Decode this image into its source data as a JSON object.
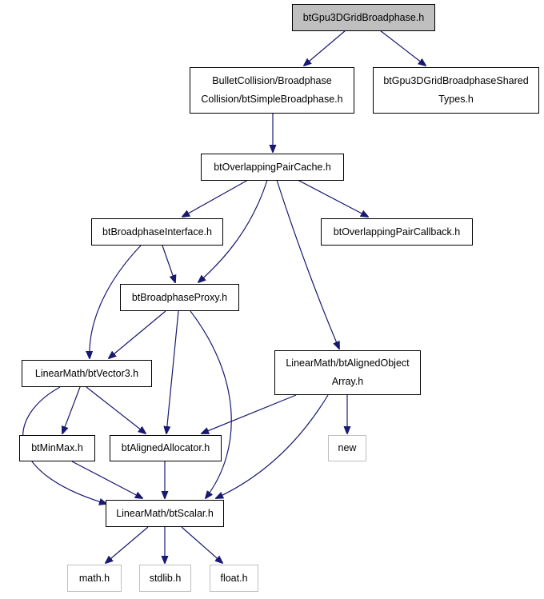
{
  "diagram": {
    "colors": {
      "edge": "#191970",
      "border": "#000000",
      "external_border": "#bfbfbf",
      "root_fill": "#bfbfbf"
    },
    "nodes": {
      "root": {
        "lines": [
          "btGpu3DGridBroadphase.h"
        ]
      },
      "simpleBp": {
        "lines": [
          "BulletCollision/Broadphase",
          "Collision/btSimpleBroadphase.h"
        ]
      },
      "sharedTypes": {
        "lines": [
          "btGpu3DGridBroadphaseShared",
          "Types.h"
        ]
      },
      "overlapCache": {
        "lines": [
          "btOverlappingPairCache.h"
        ]
      },
      "bpInterface": {
        "lines": [
          "btBroadphaseInterface.h"
        ]
      },
      "pairCallback": {
        "lines": [
          "btOverlappingPairCallback.h"
        ]
      },
      "bpProxy": {
        "lines": [
          "btBroadphaseProxy.h"
        ]
      },
      "vector3": {
        "lines": [
          "LinearMath/btVector3.h"
        ]
      },
      "alignedArray": {
        "lines": [
          "LinearMath/btAlignedObject",
          "Array.h"
        ]
      },
      "minMax": {
        "lines": [
          "btMinMax.h"
        ]
      },
      "alignedAlloc": {
        "lines": [
          "btAlignedAllocator.h"
        ]
      },
      "newHdr": {
        "lines": [
          "new"
        ]
      },
      "scalar": {
        "lines": [
          "LinearMath/btScalar.h"
        ]
      },
      "mathH": {
        "lines": [
          "math.h"
        ]
      },
      "stdlibH": {
        "lines": [
          "stdlib.h"
        ]
      },
      "floatH": {
        "lines": [
          "float.h"
        ]
      }
    }
  }
}
